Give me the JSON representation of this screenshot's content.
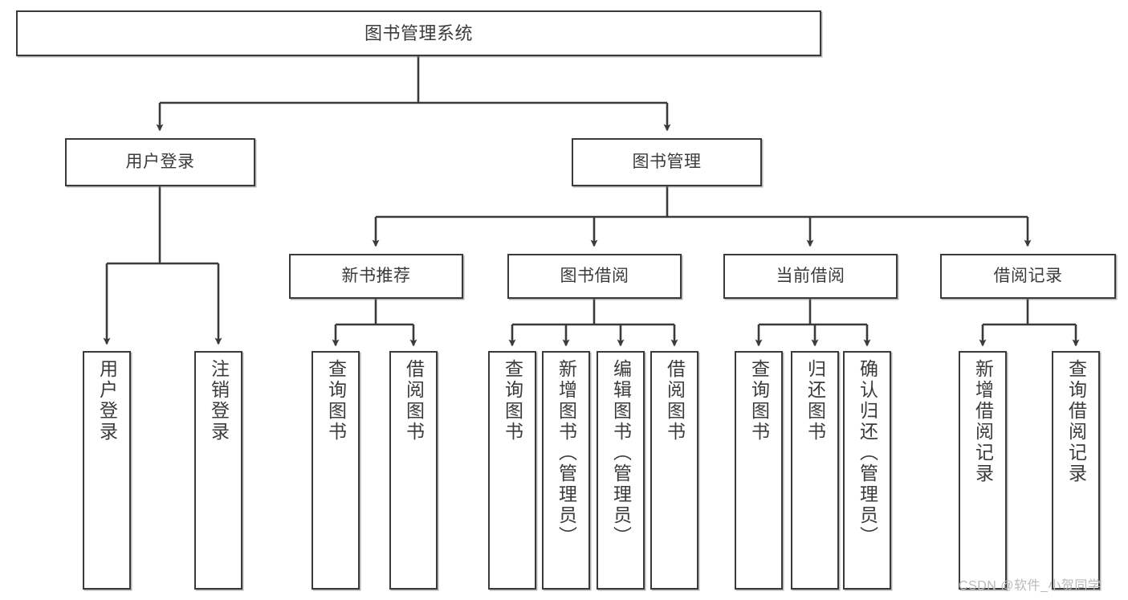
{
  "diagram": {
    "type": "tree-hierarchy",
    "title": "图书管理系统",
    "watermark": "CSDN @软件_小贺同学",
    "colors": {
      "background": "#ffffff",
      "node_border": "#3a3a3a",
      "node_fill": "#ffffff",
      "edge": "#3a3a3a",
      "text": "#3b3b3b",
      "watermark": "#b9b9b9"
    },
    "root": {
      "id": "root",
      "label": "图书管理系统"
    },
    "level1": [
      {
        "id": "user-login",
        "label": "用户登录"
      },
      {
        "id": "book-manage",
        "label": "图书管理"
      }
    ],
    "level2": [
      {
        "id": "new-book-rec",
        "label": "新书推荐",
        "parent": "book-manage"
      },
      {
        "id": "book-borrow",
        "label": "图书借阅",
        "parent": "book-manage"
      },
      {
        "id": "current-borrow",
        "label": "当前借阅",
        "parent": "book-manage"
      },
      {
        "id": "borrow-record",
        "label": "借阅记录",
        "parent": "book-manage"
      }
    ],
    "leaves": [
      {
        "id": "leaf-user-login",
        "label": "用户登录",
        "parent": "user-login"
      },
      {
        "id": "leaf-logout",
        "label": "注销登录",
        "parent": "user-login"
      },
      {
        "id": "leaf-query-book-1",
        "label": "查询图书",
        "parent": "new-book-rec"
      },
      {
        "id": "leaf-borrow-book-1",
        "label": "借阅图书",
        "parent": "new-book-rec"
      },
      {
        "id": "leaf-query-book-2",
        "label": "查询图书",
        "parent": "book-borrow"
      },
      {
        "id": "leaf-add-book",
        "label": "新增图书（管理员）",
        "parent": "book-borrow"
      },
      {
        "id": "leaf-edit-book",
        "label": "编辑图书（管理员）",
        "parent": "book-borrow"
      },
      {
        "id": "leaf-borrow-book-2",
        "label": "借阅图书",
        "parent": "book-borrow"
      },
      {
        "id": "leaf-query-book-3",
        "label": "查询图书",
        "parent": "current-borrow"
      },
      {
        "id": "leaf-return-book",
        "label": "归还图书",
        "parent": "current-borrow"
      },
      {
        "id": "leaf-confirm-return",
        "label": "确认归还（管理员）",
        "parent": "current-borrow"
      },
      {
        "id": "leaf-add-record",
        "label": "新增借阅记录",
        "parent": "borrow-record"
      },
      {
        "id": "leaf-query-record",
        "label": "查询借阅记录",
        "parent": "borrow-record"
      }
    ]
  }
}
